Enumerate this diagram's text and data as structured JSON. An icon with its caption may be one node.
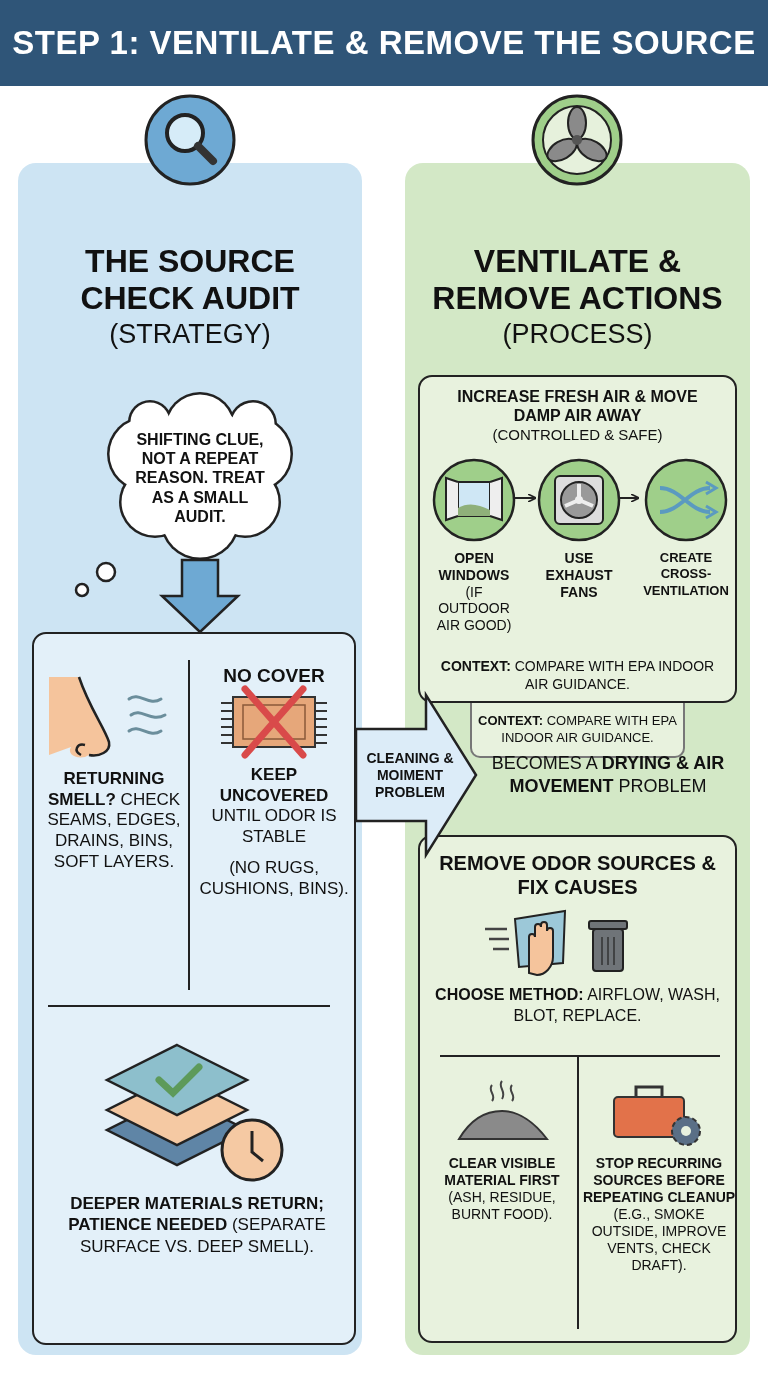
{
  "diagram": {
    "title": "STEP 1: VENTILATE & REMOVE THE SOURCE",
    "nodes": [
      {
        "text": [
          "THE SOURCE CHECK AUDIT",
          "(STRATEGY)"
        ]
      },
      {
        "text": [
          "SHIFTING CLUE, NOT A REPEAT REASON. TREAT AS A SMALL AUDIT."
        ],
        "in": 0
      },
      {
        "text": [],
        "shape": "box",
        "in": 0
      },
      {
        "text": [
          "**RETURNING SMELL?** CHECK SEAMS, EDGES, DRAINS, BINS, SOFT LAYERS."
        ],
        "in": 2
      },
      {
        "text": [
          "NO COVER",
          "**KEEP UNCOVERED** UNTIL ODOR IS STABLE",
          "(NO RUGS, CUSHIONS, BINS)."
        ],
        "in": 2
      },
      {
        "text": [
          "**DEEPER MATERIALS RETURN; PATIENCE NEEDED** (SEPARATE SURFACE VS. DEEP SMELL)."
        ],
        "in": 2
      },
      {
        "text": [
          "VENTILATE & REMOVE ACTIONS",
          "(PROCESS)"
        ]
      },
      {
        "text": [
          "INCREASE FRESH AIR & MOVE DAMP AIR AWAY",
          "(CONTROLLED & SAFE)",
          "**CONTEXT:** COMPARE WITH EPA INDOOR AIR GUIDANCE."
        ],
        "in": 6
      },
      {
        "text": [
          "OPEN WINDOWS",
          "(IF OUTDOOR AIR GOOD)"
        ],
        "in": 7
      },
      {
        "text": [
          "USE EXHAUST FANS"
        ],
        "in": 7
      },
      {
        "text": [
          "CREATE CROSS-VENTILATION"
        ],
        "in": 7
      },
      {
        "text": [
          "**CONTEXT:** COMPARE WITH EPA INDOOR AIR GUIDANCE."
        ],
        "in": 6
      },
      {
        "text": [
          "BECOMES A **DRYING & AIR MOVEMENT** PROBLEM"
        ],
        "in": 6
      },
      {
        "text": [
          "REMOVE ODOR SOURCES & FIX CAUSES",
          "**CHOOSE METHOD:** AIRFLOW, WASH, BLOT, REPLACE."
        ],
        "in": 6
      },
      {
        "text": [
          "**CLEAR VISIBLE MATERIAL FIRST** (ASH, RESIDUE, BURNT FOOD)."
        ],
        "in": 13
      },
      {
        "text": [
          "**STOP RECURRING SOURCES BEFORE REPEATING CLEANUP** (E.G., SMOKE OUTSIDE, IMPROVE VENTS, CHECK DRAFT)."
        ],
        "in": 13
      }
    ],
    "edges": [
      {
        "from": 1,
        "to": 2,
        "arrow": "to"
      },
      {
        "from": 8,
        "to": 9,
        "arrow": "to"
      },
      {
        "from": 9,
        "to": 10,
        "arrow": "to"
      },
      {
        "from": 2,
        "to": 12,
        "label": "CLEANING & MOIMENT PROBLEM",
        "arrow": "to"
      }
    ]
  }
}
